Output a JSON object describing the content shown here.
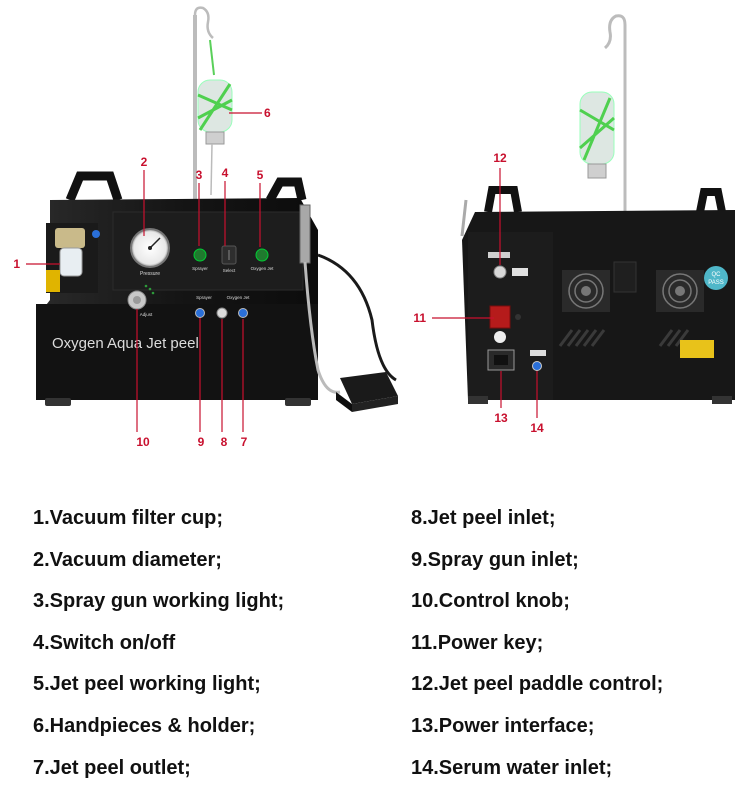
{
  "front_panel": {
    "brand_text": "Oxygen Aqua Jet peel",
    "gauge_label": "Pressure",
    "light_labels": [
      "Sprayer",
      "Select",
      "Oxygen Jet"
    ],
    "port_labels": [
      "Sprayer",
      "Oxygen Jet"
    ],
    "knob_label": "Adjust"
  },
  "rear_panel": {
    "badge_text": [
      "QC",
      "PASS"
    ]
  },
  "callouts": {
    "front": [
      "1",
      "2",
      "3",
      "4",
      "5",
      "6",
      "7",
      "8",
      "9",
      "10"
    ],
    "rear": [
      "11",
      "12",
      "13",
      "14"
    ]
  },
  "legend": {
    "left": [
      "1.Vacuum filter cup;",
      "2.Vacuum diameter;",
      "3.Spray gun working light;",
      "4.Switch on/off",
      "5.Jet peel working light;",
      "6.Handpieces & holder;",
      "7.Jet peel outlet;"
    ],
    "right": [
      "8.Jet peel inlet;",
      "9.Spray gun inlet;",
      "10.Control knob;",
      "11.Power key;",
      "12.Jet peel paddle control;",
      "13.Power interface;",
      "14.Serum water inlet;"
    ]
  },
  "colors": {
    "callout_red": "#c8102e",
    "machine_black": "#1b1b1b",
    "legend_text": "#111111"
  }
}
